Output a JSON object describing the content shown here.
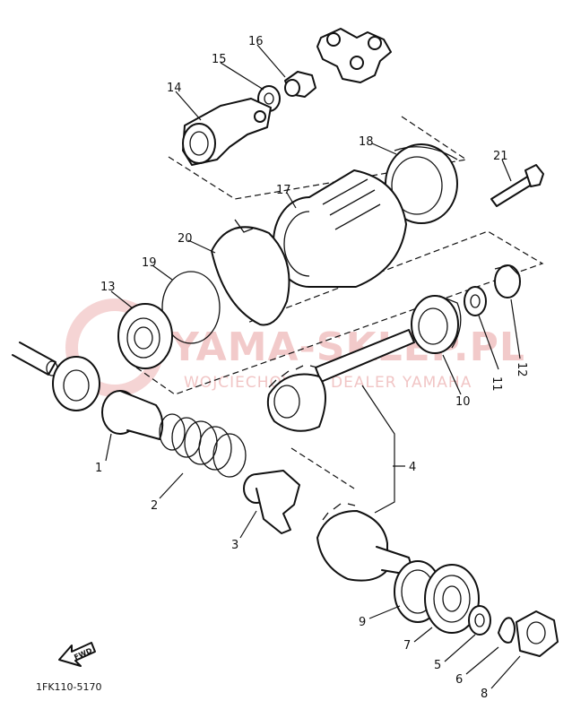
{
  "diagram_code": "1FK110-5170",
  "watermark": {
    "main": "YAMA-SKLEP.PL",
    "sub": "WOJCIECHOWSKI DEALER YAMAHA",
    "color": "#e8a0a0"
  },
  "fwd_label": "FWD",
  "callouts": [
    {
      "id": "1",
      "label": "1"
    },
    {
      "id": "2",
      "label": "2"
    },
    {
      "id": "3",
      "label": "3"
    },
    {
      "id": "4",
      "label": "4"
    },
    {
      "id": "5",
      "label": "5"
    },
    {
      "id": "6",
      "label": "6"
    },
    {
      "id": "7",
      "label": "7"
    },
    {
      "id": "8",
      "label": "8"
    },
    {
      "id": "9",
      "label": "9"
    },
    {
      "id": "10",
      "label": "10"
    },
    {
      "id": "11",
      "label": "11"
    },
    {
      "id": "12",
      "label": "12"
    },
    {
      "id": "13",
      "label": "13"
    },
    {
      "id": "14",
      "label": "14"
    },
    {
      "id": "15",
      "label": "15"
    },
    {
      "id": "16",
      "label": "16"
    },
    {
      "id": "17",
      "label": "17"
    },
    {
      "id": "18",
      "label": "18"
    },
    {
      "id": "19",
      "label": "19"
    },
    {
      "id": "20",
      "label": "20"
    },
    {
      "id": "21",
      "label": "21"
    }
  ]
}
